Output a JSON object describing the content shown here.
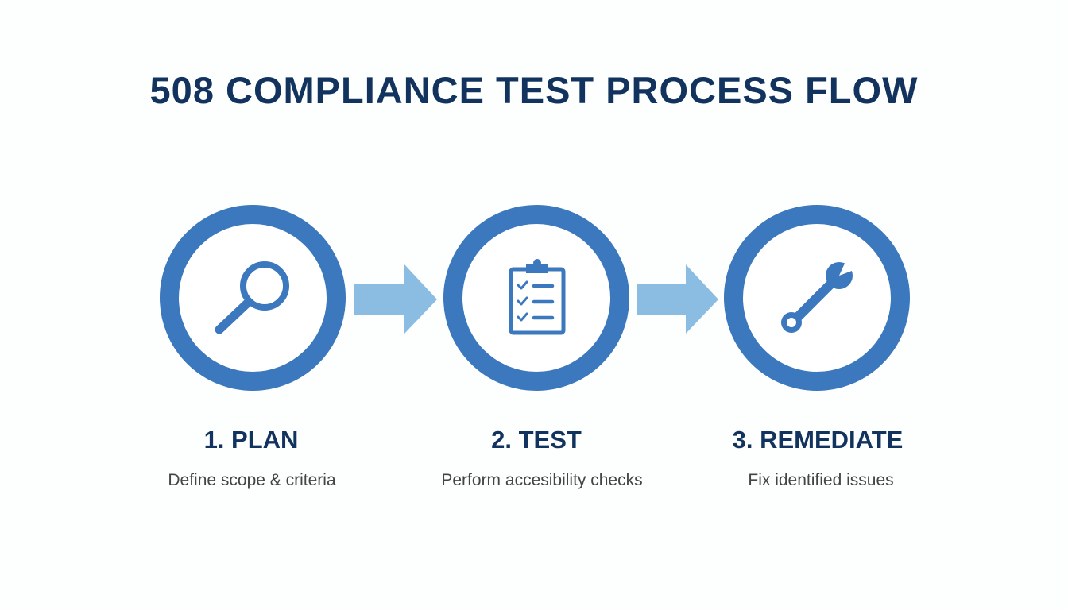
{
  "title": "508 COMPLIANCE TEST PROCESS FLOW",
  "colors": {
    "ring": "#3b78bd",
    "arrow": "#8bbde3",
    "title": "#12335e",
    "text": "#444444"
  },
  "steps": [
    {
      "title": "1. PLAN",
      "description": "Define scope & criteria",
      "icon": "magnifying-glass-icon"
    },
    {
      "title": "2. TEST",
      "description": "Perform accesibility checks",
      "icon": "clipboard-checklist-icon"
    },
    {
      "title": "3. REMEDIATE",
      "description": "Fix identified issues",
      "icon": "wrench-icon"
    }
  ]
}
